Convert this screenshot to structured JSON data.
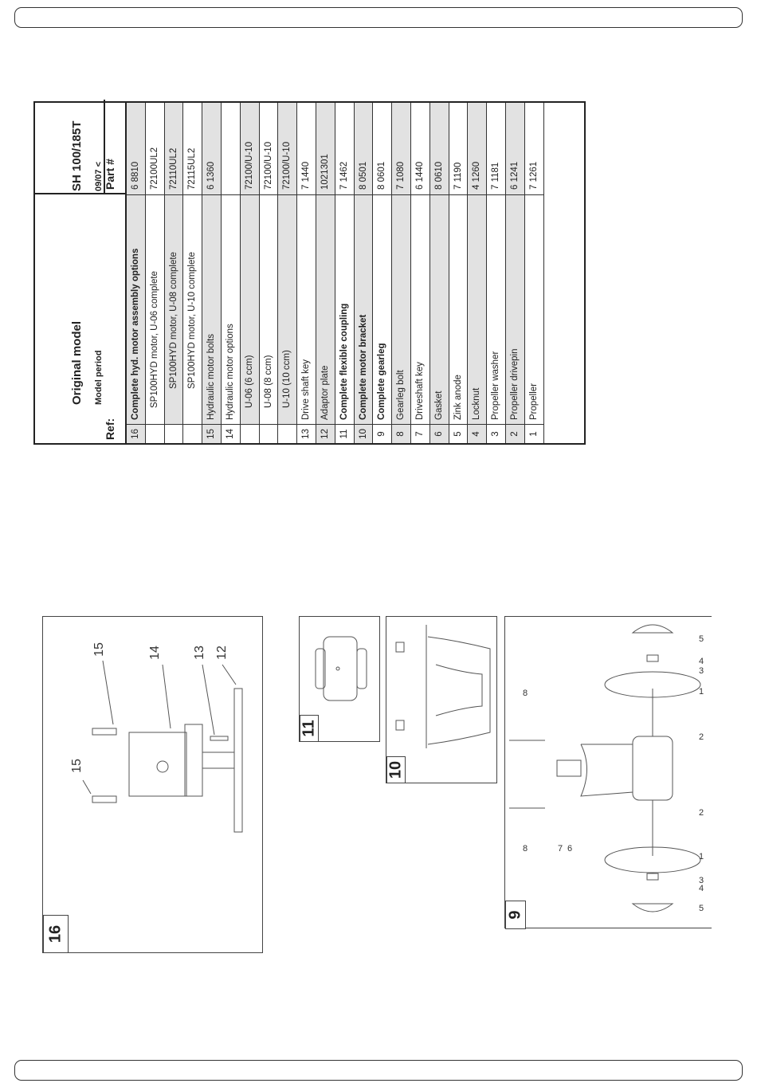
{
  "header": {
    "title": "Original model",
    "model": "SH 100/185T",
    "period_label": "Model period",
    "period_value": "09/07 <"
  },
  "columns": {
    "ref": "Ref:",
    "part": "Part #"
  },
  "rows": [
    {
      "ref": "16",
      "desc": "Complete hyd. motor assembly options",
      "part": "6 8810",
      "style": "bold",
      "shade": true
    },
    {
      "ref": "",
      "desc": "SP100HYD motor, U-06 complete",
      "part": "72100UL2",
      "style": "ind1",
      "shade": false
    },
    {
      "ref": "",
      "desc": "SP100HYD motor, U-08 complete",
      "part": "72110UL2",
      "style": "ind2",
      "shade": true
    },
    {
      "ref": "",
      "desc": "SP100HYD motor, U-10 complete",
      "part": "72115UL2",
      "style": "ind2",
      "shade": false
    },
    {
      "ref": "15",
      "desc": "Hydraulic motor bolts",
      "part": "6 1360",
      "style": "",
      "shade": true
    },
    {
      "ref": "14",
      "desc": "Hydraulic motor options",
      "part": "",
      "style": "",
      "shade": false
    },
    {
      "ref": "",
      "desc": "U-06 (6 ccm)",
      "part": "72100/U-10",
      "style": "ind1",
      "shade": true
    },
    {
      "ref": "",
      "desc": "U-08 (8 ccm)",
      "part": "72100/U-10",
      "style": "ind1",
      "shade": false
    },
    {
      "ref": "",
      "desc": "U-10 (10 ccm)",
      "part": "72100/U-10",
      "style": "ind1",
      "shade": true
    },
    {
      "ref": "13",
      "desc": "Drive shaft key",
      "part": "7 1440",
      "style": "",
      "shade": false
    },
    {
      "ref": "12",
      "desc": "Adaptor plate",
      "part": "1021301",
      "style": "",
      "shade": true
    },
    {
      "ref": "11",
      "desc": "Complete flexible coupling",
      "part": "7 1462",
      "style": "bold",
      "shade": false
    },
    {
      "ref": "10",
      "desc": "Complete motor bracket",
      "part": "8 0501",
      "style": "bold",
      "shade": true
    },
    {
      "ref": "9",
      "desc": "Complete gearleg",
      "part": "8 0601",
      "style": "bold",
      "shade": false
    },
    {
      "ref": "8",
      "desc": "Gearleg bolt",
      "part": "7 1080",
      "style": "",
      "shade": true
    },
    {
      "ref": "7",
      "desc": "Driveshaft key",
      "part": "6 1440",
      "style": "",
      "shade": false
    },
    {
      "ref": "6",
      "desc": "Gasket",
      "part": "8 0610",
      "style": "",
      "shade": true
    },
    {
      "ref": "5",
      "desc": "Zink anode",
      "part": "7 1190",
      "style": "",
      "shade": false
    },
    {
      "ref": "4",
      "desc": "Locknut",
      "part": "4 1260",
      "style": "",
      "shade": true
    },
    {
      "ref": "3",
      "desc": "Propeller washer",
      "part": "7 1181",
      "style": "",
      "shade": false
    },
    {
      "ref": "2",
      "desc": "Propeller drivepin",
      "part": "6 1241",
      "style": "",
      "shade": true
    },
    {
      "ref": "1",
      "desc": "Propeller",
      "part": "7 1261",
      "style": "",
      "shade": false
    }
  ],
  "diagrams": {
    "d16": {
      "tag": "16",
      "labels": [
        "15",
        "14",
        "13",
        "12",
        "15"
      ]
    },
    "d11": {
      "tag": "11"
    },
    "d10": {
      "tag": "10"
    },
    "d9": {
      "tag": "9",
      "labels": [
        "8",
        "7",
        "6",
        "8",
        "5",
        "4",
        "3",
        "1",
        "2",
        "2",
        "1",
        "3",
        "4",
        "5"
      ]
    }
  }
}
